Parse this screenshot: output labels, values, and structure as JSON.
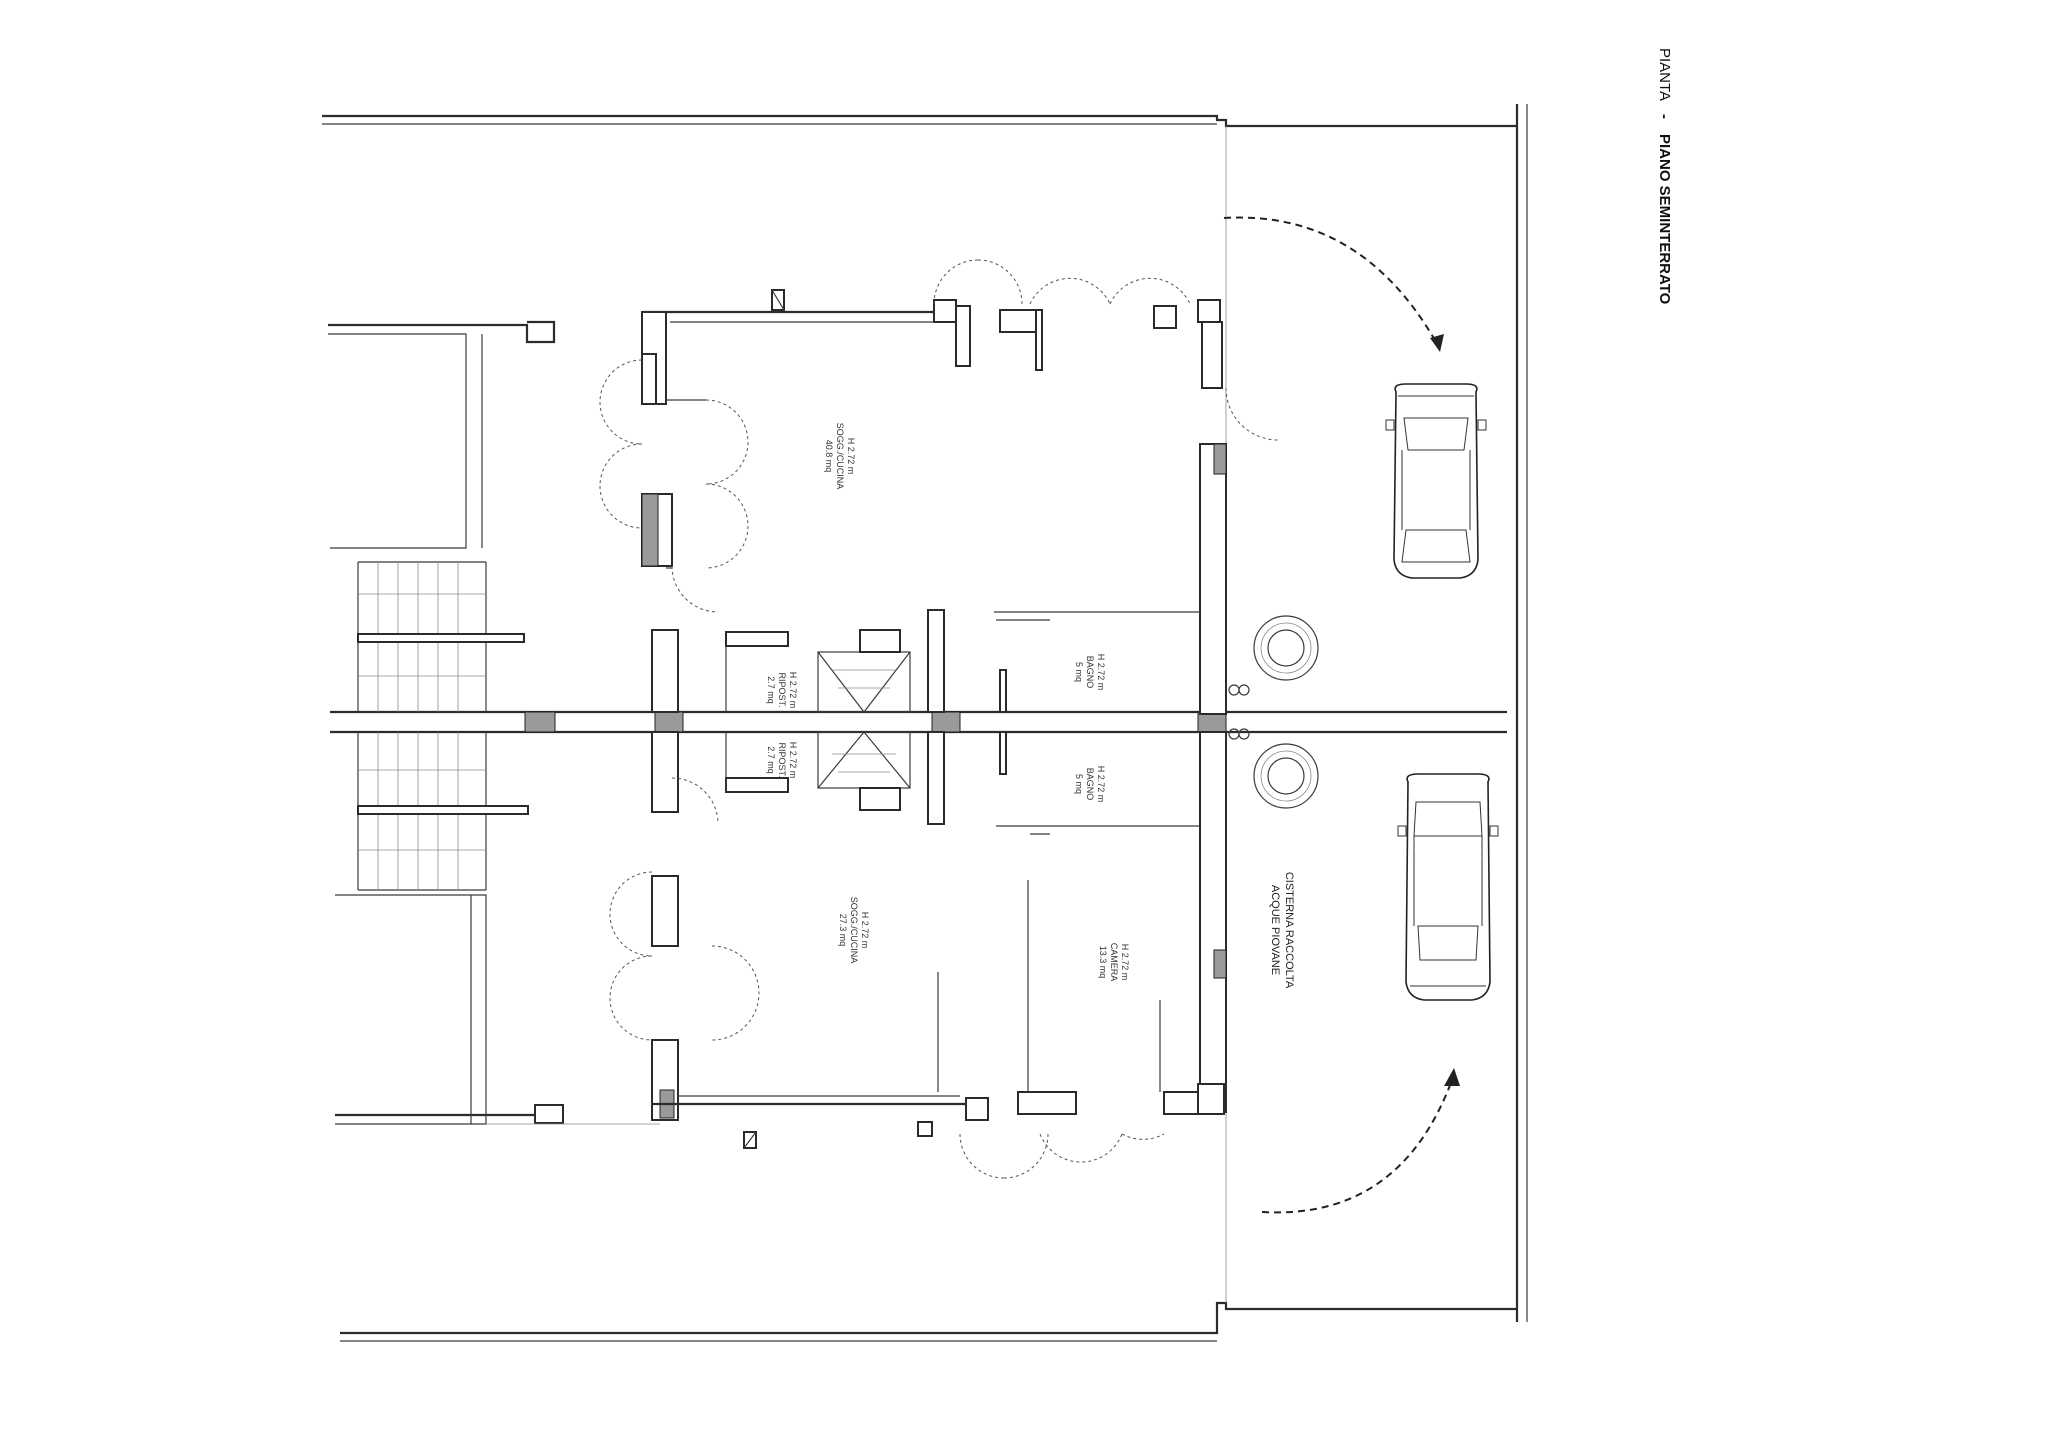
{
  "title": {
    "prefix": "PIANTA",
    "separator": "-",
    "name": "PIANO SEMINTERRATO"
  },
  "rooms": [
    {
      "id": "sogg1",
      "height": "H 2.72 m",
      "name": "SOGG./CUCINA",
      "area": "40.8 mq"
    },
    {
      "id": "ripost1",
      "height": "H 2.72 m",
      "name": "RIPOST.",
      "area": "2.7 mq"
    },
    {
      "id": "bagno1",
      "height": "H 2.72 m",
      "name": "BAGNO",
      "area": "5 mq"
    },
    {
      "id": "ripost2",
      "height": "H 2.72 m",
      "name": "RIPOST.",
      "area": "2.7 mq"
    },
    {
      "id": "bagno2",
      "height": "H 2.72 m",
      "name": "BAGNO",
      "area": "5 mq"
    },
    {
      "id": "sogg2",
      "height": "H 2.72 m",
      "name": "SOGG./CUCINA",
      "area": "27.3 mq"
    },
    {
      "id": "camera",
      "height": "H 2.72 m",
      "name": "CAMERA",
      "area": "13.3 mq"
    }
  ],
  "cistern": {
    "line1": "CISTERNA RACCOLTA",
    "line2": "ACQUE PIOVANE"
  }
}
